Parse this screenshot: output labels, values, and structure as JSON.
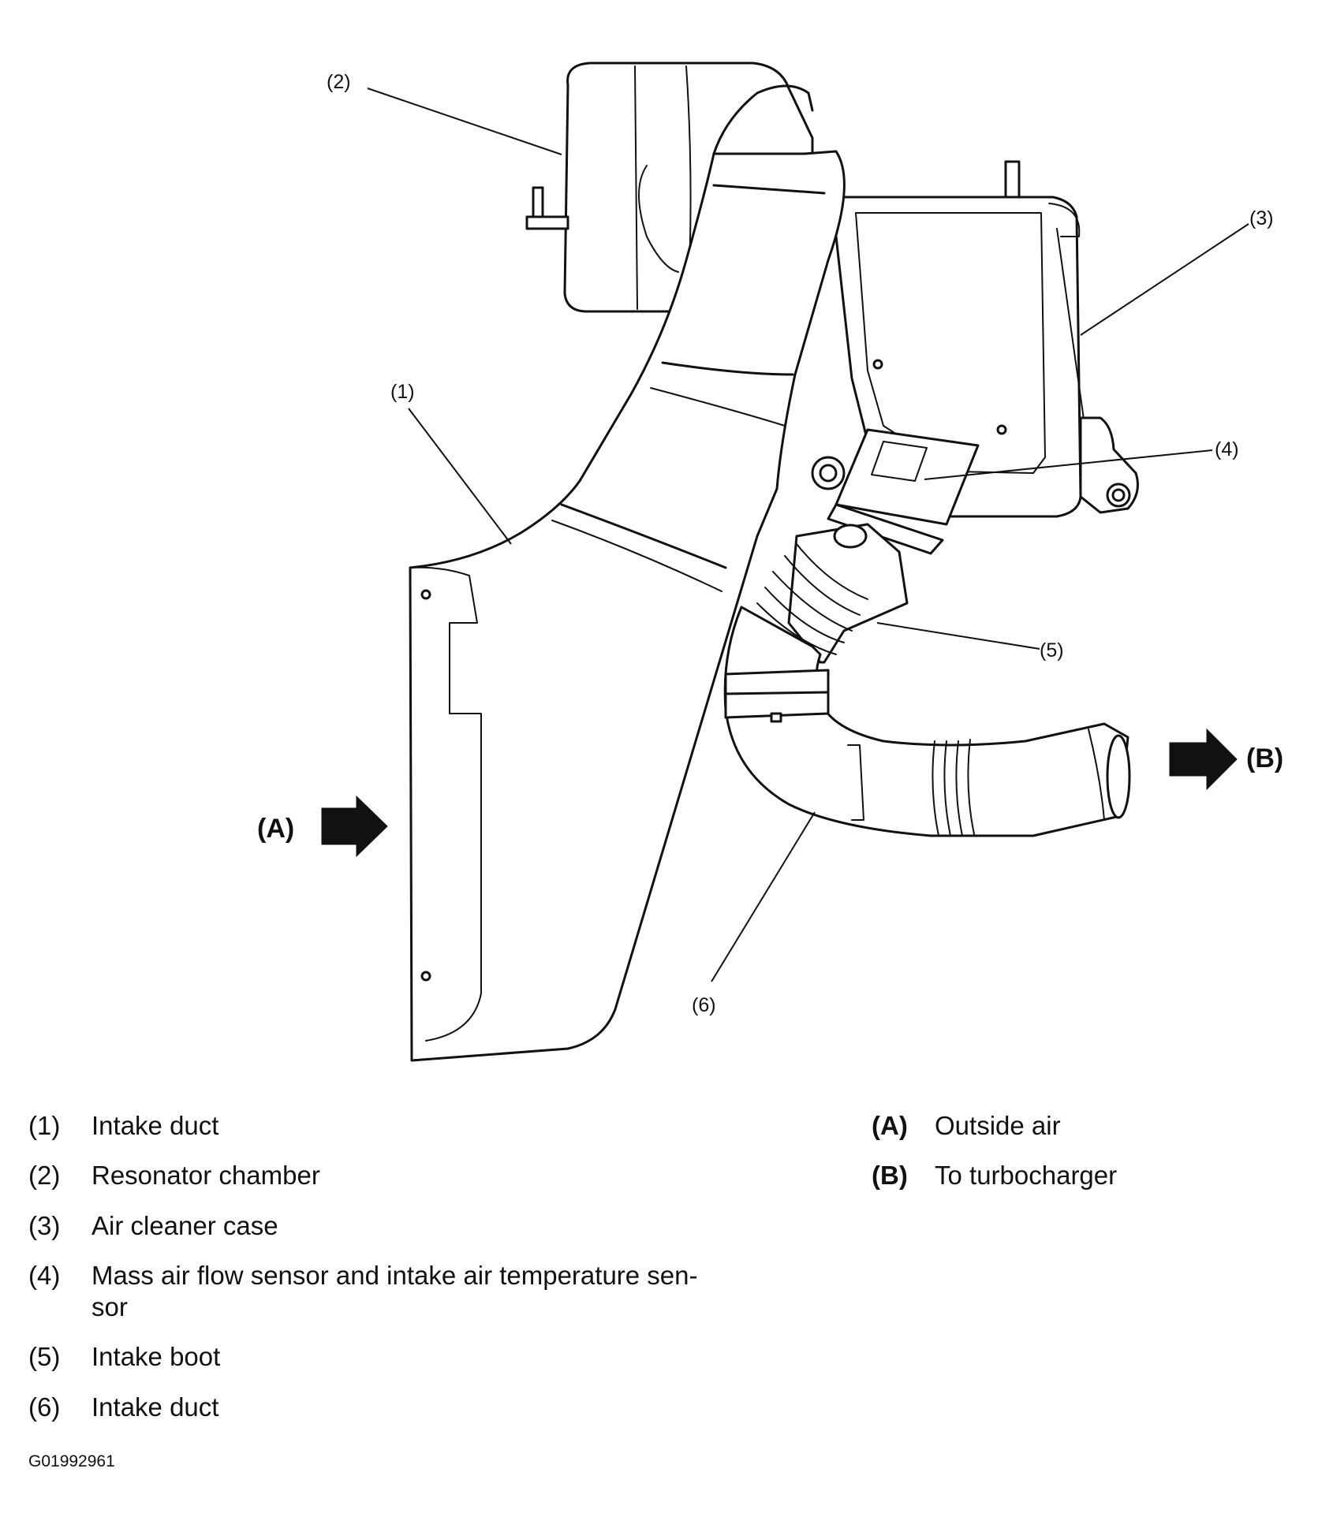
{
  "diagram": {
    "callouts": [
      {
        "id": "c1",
        "text": "(1)"
      },
      {
        "id": "c2",
        "text": "(2)"
      },
      {
        "id": "c3",
        "text": "(3)"
      },
      {
        "id": "c4",
        "text": "(4)"
      },
      {
        "id": "c5",
        "text": "(5)"
      },
      {
        "id": "c6",
        "text": "(6)"
      }
    ],
    "flow": {
      "inlet": "(A)",
      "outlet": "(B)"
    }
  },
  "legend": {
    "parts": [
      {
        "num": "(1)",
        "text": "Intake duct"
      },
      {
        "num": "(2)",
        "text": "Resonator chamber"
      },
      {
        "num": "(3)",
        "text": "Air cleaner case"
      },
      {
        "num": "(4)",
        "text": "Mass air flow sensor and intake air temperature sen-\nsor"
      },
      {
        "num": "(5)",
        "text": "Intake boot"
      },
      {
        "num": "(6)",
        "text": "Intake duct"
      }
    ],
    "flow": [
      {
        "num": "(A)",
        "text": "Outside air"
      },
      {
        "num": "(B)",
        "text": "To turbocharger"
      }
    ]
  },
  "figure_id": "G01992961"
}
